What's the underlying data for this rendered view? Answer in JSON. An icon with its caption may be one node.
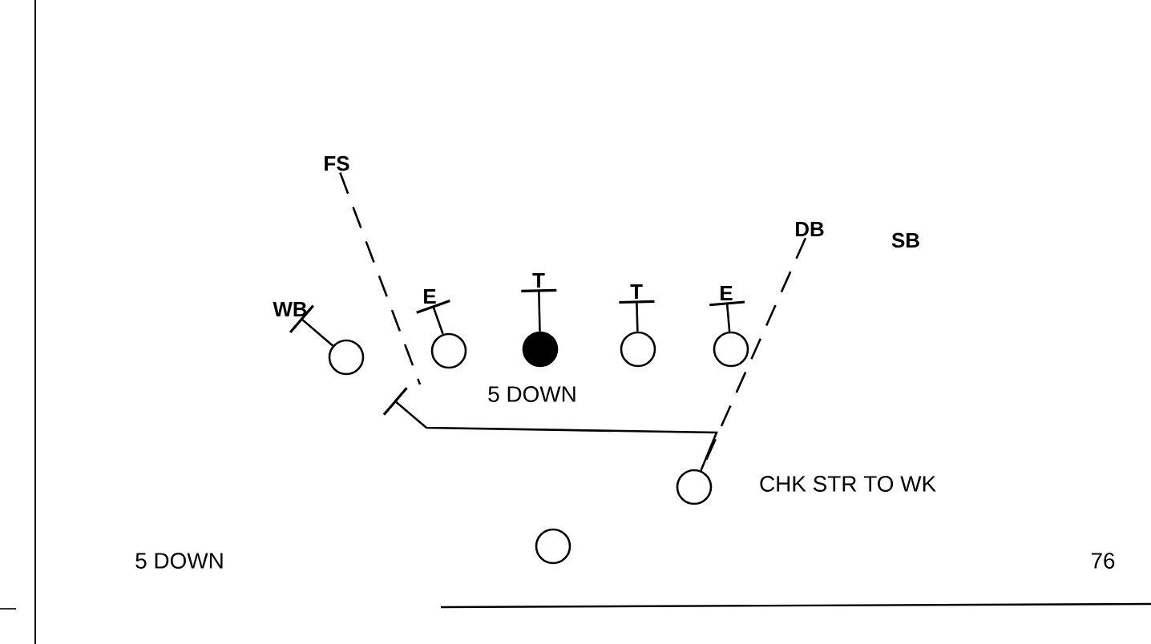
{
  "diagram": {
    "nodes": [
      {
        "text": [
          "FS"
        ]
      },
      {
        "text": [
          "DB"
        ]
      },
      {
        "text": [
          "SB"
        ]
      },
      {
        "text": [
          "WB"
        ]
      },
      {
        "text": [
          "E"
        ]
      },
      {
        "text": [
          "T"
        ]
      },
      {
        "text": [
          "T"
        ]
      },
      {
        "text": [
          "E"
        ]
      },
      {
        "text": [],
        "shape": "circle"
      },
      {
        "text": [],
        "shape": "circle"
      },
      {
        "text": [],
        "shape": "circle"
      },
      {
        "text": [],
        "shape": "circle"
      },
      {
        "text": [],
        "shape": "circle"
      },
      {
        "text": [],
        "shape": "circle",
        "beside": [
          "CHK STR TO WK"
        ]
      },
      {
        "text": [],
        "shape": "circle"
      }
    ],
    "edges": [
      {
        "from": 8,
        "to": 3,
        "arrow": "other"
      },
      {
        "from": 9,
        "to": 4,
        "arrow": "other"
      },
      {
        "from": 10,
        "to": 5,
        "arrow": "other"
      },
      {
        "from": 11,
        "to": 6,
        "arrow": "other"
      },
      {
        "from": 12,
        "to": 7,
        "arrow": "other"
      },
      {
        "from": 0,
        "to": null,
        "arrow": "none",
        "style": "dashed"
      },
      {
        "from": 1,
        "to": 13,
        "arrow": "none",
        "style": "dashed"
      },
      {
        "from": 13,
        "to": null,
        "arrow": "other",
        "label": "5 DOWN"
      }
    ],
    "labels": [
      "5 DOWN",
      "76"
    ]
  }
}
